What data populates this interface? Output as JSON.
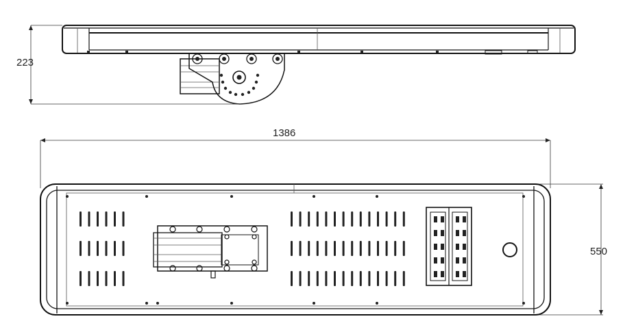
{
  "dimensions": {
    "height_side": "223",
    "length": "1386",
    "width": "550"
  },
  "colors": {
    "line": "#111111",
    "background": "#ffffff"
  }
}
